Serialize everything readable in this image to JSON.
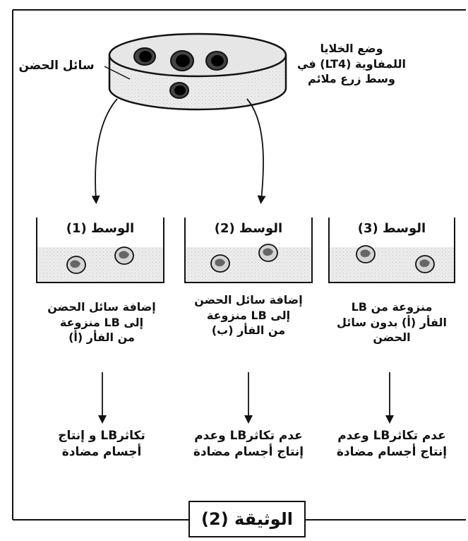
{
  "figure": {
    "caption": "الوثيقة (2)"
  },
  "dish": {
    "label": "سائل الحضن",
    "description": "وضع الخلايا\nاللمفاوية (LT4) في\nوسط زرع ملائم"
  },
  "media": [
    {
      "title": "الوسط (1)",
      "procedure": "إضافة سائل الحضن\nإلى LB منزوعة\nمن الفأر (أ)",
      "result": "تكاثرLB و إنتاج\nأجسام مضادة"
    },
    {
      "title": "الوسط (2)",
      "procedure": "إضافة سائل الحضن\nإلى LB منزوعة\nمن الفأر (ب)",
      "result": "عدم تكاثرLB وعدم\nإنتاج أجسام مضادة"
    },
    {
      "title": "الوسط (3)",
      "procedure": "LB منزوعة من\nالفأر (أ) بدون سائل\nالحضن",
      "result": "عدم تكاثرLB وعدم\nإنتاج أجسام مضادة"
    }
  ]
}
